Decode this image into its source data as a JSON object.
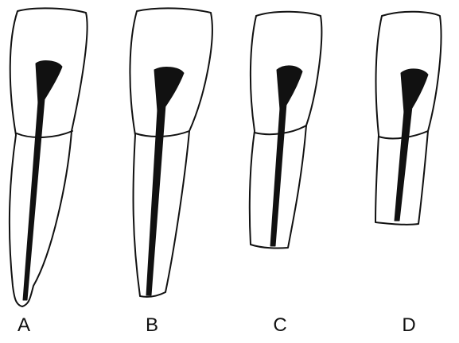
{
  "figure": {
    "colors": {
      "background": "#ffffff",
      "ink": "#111111"
    },
    "teeth": [
      {
        "id": "tooth-a",
        "label": "A"
      },
      {
        "id": "tooth-b",
        "label": "B"
      },
      {
        "id": "tooth-c",
        "label": "C"
      },
      {
        "id": "tooth-d",
        "label": "D"
      }
    ]
  }
}
